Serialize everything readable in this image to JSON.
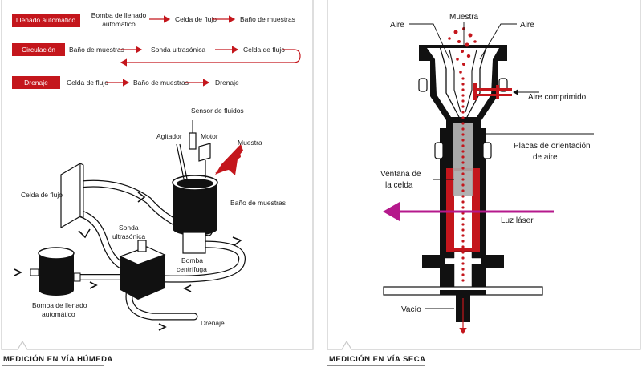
{
  "colors": {
    "accent": "#c4161c",
    "laser": "#b5198c",
    "sensor_gray": "#a8a8a8",
    "frame": "#c8c8c8"
  },
  "left": {
    "caption": "MEDICIÓN EN VÍA HÚMEDA",
    "steps": [
      {
        "tag": "Llenado automático",
        "items": [
          "Bomba de llenado",
          "automático",
          "Celda de flujo",
          "Baño de muestras"
        ]
      },
      {
        "tag": "Circulación",
        "items": [
          "Baño de muestras",
          "Sonda ultrasónica",
          "Celda de flujo"
        ]
      },
      {
        "tag": "Drenaje",
        "items": [
          "Celda de flujo",
          "Baño de muestras",
          "Drenaje"
        ]
      }
    ],
    "labels": {
      "sensor": "Sensor de fluidos",
      "agitador": "Agitador",
      "motor": "Motor",
      "muestra": "Muestra",
      "celda": "Celda de flujo",
      "bano": "Baño de muestras",
      "sonda1": "Sonda",
      "sonda2": "ultrasónica",
      "bomba1": "Bomba",
      "bomba2": "centrífuga",
      "llenado1": "Bomba de llenado",
      "llenado2": "automático",
      "drenaje": "Drenaje"
    }
  },
  "right": {
    "caption": "MEDICIÓN EN VÍA SECA",
    "labels": {
      "aire_l": "Aire",
      "muestra": "Muestra",
      "aire_r": "Aire",
      "comprimido": "Aire comprimido",
      "placas1": "Placas de orientación",
      "placas2": "de aire",
      "ventana1": "Ventana de",
      "ventana2": "la celda",
      "laser": "Luz láser",
      "vacio": "Vacío"
    }
  }
}
